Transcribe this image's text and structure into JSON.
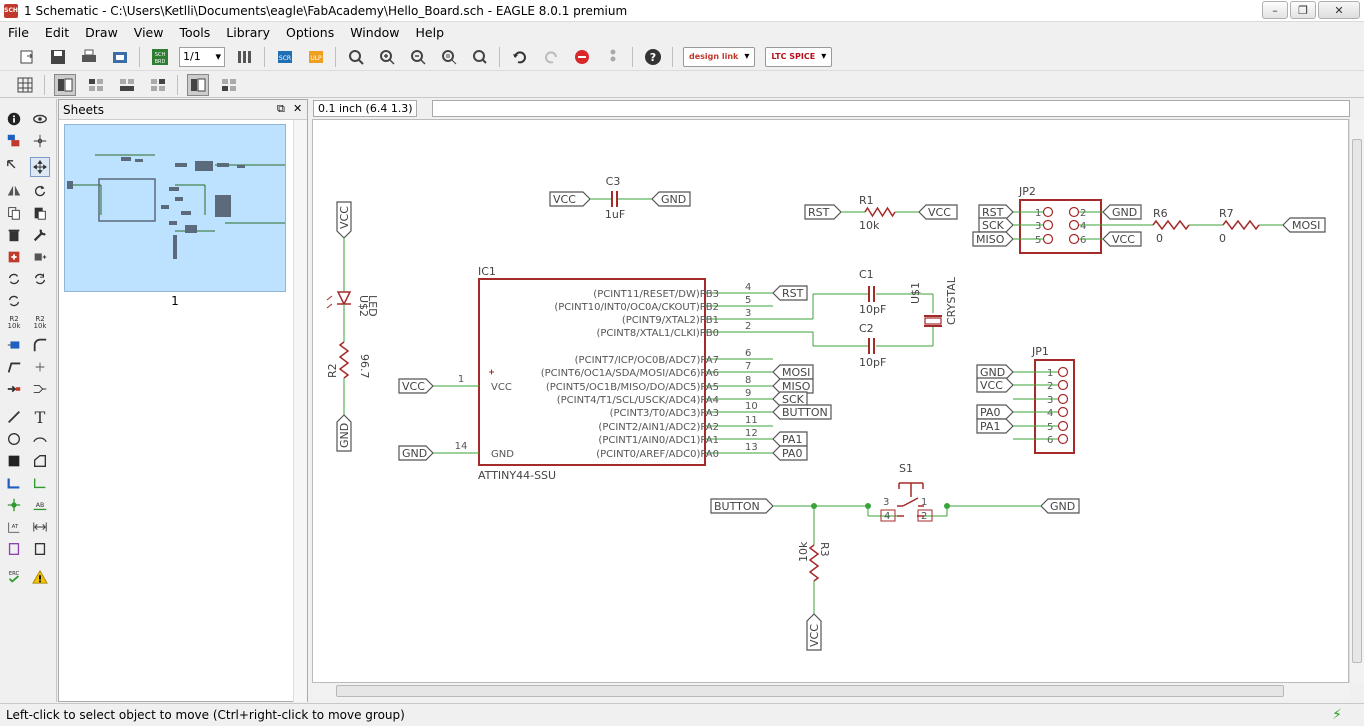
{
  "window": {
    "title": "1 Schematic - C:\\Users\\Ketlli\\Documents\\eagle\\FabAcademy\\Hello_Board.sch - EAGLE 8.0.1 premium",
    "icon_text": "SCH"
  },
  "menu": [
    "File",
    "Edit",
    "Draw",
    "View",
    "Tools",
    "Library",
    "Options",
    "Window",
    "Help"
  ],
  "toolbar": {
    "sheet_select": "1/1",
    "design_link_label": "design link",
    "ltspice_label": "LTC SPICE",
    "sch_brd_label": "SCH BRD"
  },
  "sheets_panel": {
    "title": "Sheets",
    "sheet_number": "1"
  },
  "command": {
    "coordinates": "0.1 inch (6.4 1.3)",
    "input_value": ""
  },
  "schematic": {
    "ic1": {
      "name": "IC1",
      "value": "ATTINY44-SSU",
      "left_pins": [
        {
          "num": "1",
          "label": "VCC"
        },
        {
          "num": "14",
          "label": "GND"
        }
      ],
      "right_pins": [
        {
          "num": "4",
          "label": "(PCINT11/RESET/DW)PB3"
        },
        {
          "num": "5",
          "label": "(PCINT10/INT0/OC0A/CKOUT)PB2"
        },
        {
          "num": "3",
          "label": "(PCINT9/XTAL2)PB1"
        },
        {
          "num": "2",
          "label": "(PCINT8/XTAL1/CLKI)PB0"
        },
        {
          "num": "6",
          "label": "(PCINT7/ICP/OC0B/ADC7)PA7"
        },
        {
          "num": "7",
          "label": "(PCINT6/OC1A/SDA/MOSI/ADC6)PA6"
        },
        {
          "num": "8",
          "label": "(PCINT5/OC1B/MISO/DO/ADC5)PA5"
        },
        {
          "num": "9",
          "label": "(PCINT4/T1/SCL/USCK/ADC4)PA4"
        },
        {
          "num": "10",
          "label": "(PCINT3/T0/ADC3)PA3"
        },
        {
          "num": "11",
          "label": "(PCINT2/AIN1/ADC2)PA2"
        },
        {
          "num": "12",
          "label": "(PCINT1/AIN0/ADC1)PA1"
        },
        {
          "num": "13",
          "label": "(PCINT0/AREF/ADC0)PA0"
        }
      ],
      "right_labels": [
        "RST",
        "",
        "",
        "",
        "",
        "MOSI",
        "MISO",
        "SCK",
        "BUTTON",
        "",
        "PA1",
        "PA0"
      ],
      "left_labels": [
        "VCC",
        "GND"
      ]
    },
    "c3": {
      "name": "C3",
      "value": "1uF",
      "left": "VCC",
      "right": "GND"
    },
    "r1": {
      "name": "R1",
      "value": "10k",
      "left": "RST",
      "right": "VCC"
    },
    "jp2": {
      "name": "JP2",
      "left_labels": [
        "RST",
        "SCK",
        "MISO"
      ],
      "right_labels": [
        "GND",
        "VCC"
      ],
      "pins_left": [
        "1",
        "3",
        "5"
      ],
      "pins_right": [
        "2",
        "4",
        "6"
      ]
    },
    "r6": {
      "name": "R6",
      "value": "0"
    },
    "r7": {
      "name": "R7",
      "value": "0"
    },
    "mosi_label": "MOSI",
    "led": {
      "name": "U$2",
      "value": "LED",
      "top": "VCC"
    },
    "r2": {
      "name": "R2",
      "value": "96.7",
      "bottom": "GND"
    },
    "c1": {
      "name": "C1",
      "value": "10pF"
    },
    "c2": {
      "name": "C2",
      "value": "10pF"
    },
    "crystal": {
      "name": "U$1",
      "value": "CRYSTAL"
    },
    "jp1": {
      "name": "JP1",
      "labels": [
        "GND",
        "VCC",
        "",
        "PA0",
        "PA1",
        ""
      ],
      "pins": [
        "1",
        "2",
        "3",
        "4",
        "5",
        "6"
      ]
    },
    "s1": {
      "name": "S1",
      "left": "BUTTON",
      "right": "GND",
      "pins": [
        "3",
        "4",
        "1",
        "2"
      ]
    },
    "r3": {
      "name": "R3",
      "value": "10k",
      "bottom": "VCC"
    }
  },
  "status": {
    "message": "Left-click to select object to move (Ctrl+right-click to move group)"
  },
  "colors": {
    "part": "#a52a2a",
    "wire": "#3aa33a",
    "label": "#555555",
    "thumb_bg": "#bde2ff"
  }
}
